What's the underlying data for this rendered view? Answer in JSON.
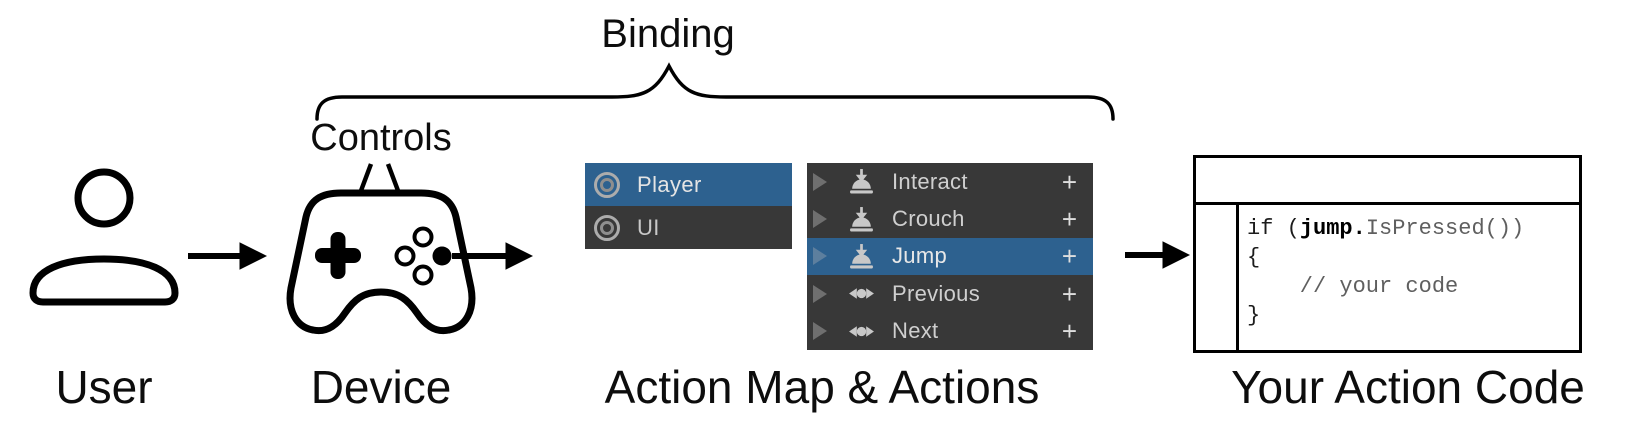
{
  "labels": {
    "binding": "Binding",
    "controls": "Controls",
    "user": "User",
    "device": "Device",
    "action_map": "Action Map & Actions",
    "action_code": "Your Action Code"
  },
  "action_map_panel": {
    "rows": [
      {
        "label": "Player",
        "selected": true
      },
      {
        "label": "UI",
        "selected": false
      }
    ]
  },
  "actions_panel": {
    "add_label": "+",
    "rows": [
      {
        "label": "Interact",
        "icon": "button-press-icon",
        "selected": false
      },
      {
        "label": "Crouch",
        "icon": "button-press-icon",
        "selected": false
      },
      {
        "label": "Jump",
        "icon": "button-press-icon",
        "selected": true
      },
      {
        "label": "Previous",
        "icon": "axis-1d-icon",
        "selected": false
      },
      {
        "label": "Next",
        "icon": "axis-1d-icon",
        "selected": false
      }
    ]
  },
  "code": {
    "l1_pre": "if (",
    "l1_bold": "jump.",
    "l1_rest": "IsPressed())",
    "l2": "{",
    "l3": "// your code",
    "l4": "}"
  },
  "colors": {
    "selected_row_blue": "#2d618f",
    "panel_background": "#383838",
    "row_text": "#cfcfcf",
    "diagram_ink": "#000000"
  }
}
